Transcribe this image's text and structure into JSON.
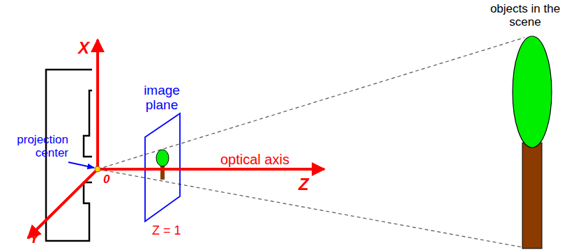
{
  "diagram": {
    "labels": [
      "objects in the scene",
      "image plane",
      "projection center",
      "optical axis",
      "X",
      "Z",
      "Y",
      "0",
      "Z = 1"
    ]
  }
}
